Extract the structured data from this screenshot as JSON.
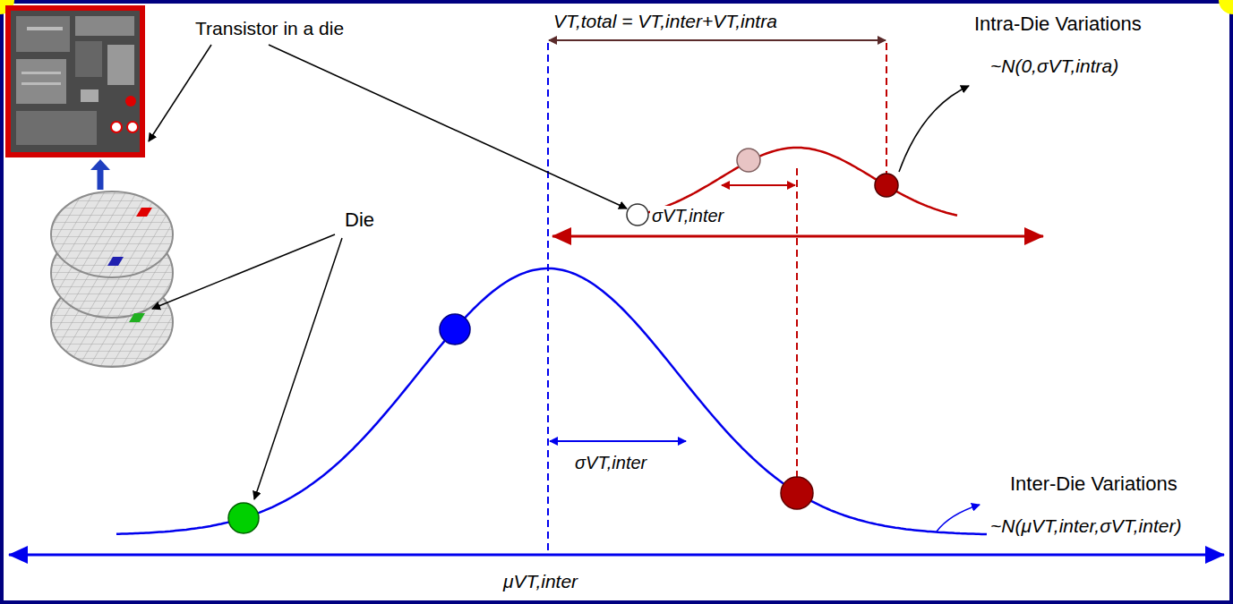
{
  "diagram": {
    "labels": [
      "Transistor in a die",
      "VT,total = VT,inter+VT,intra",
      "Intra-Die Variations",
      "~N(0,σVT,intra)",
      "σVT,inter",
      "Die",
      "σVT,inter",
      "Inter-Die Variations",
      "~N(μVT,inter,σVT,inter)",
      "μVT,inter"
    ]
  }
}
